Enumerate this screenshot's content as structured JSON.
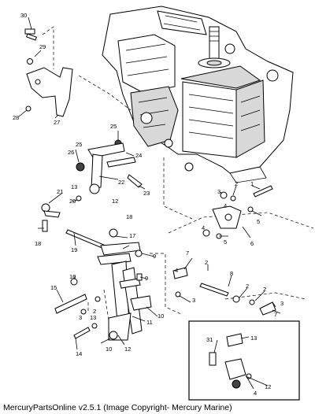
{
  "caption": "MercuryPartsOnline v2.5.1 (Image Copyright- Mercury Marine)",
  "callouts": [
    "30",
    "29",
    "28",
    "27",
    "25",
    "26",
    "24",
    "22",
    "23",
    "21",
    "20",
    "19",
    "18",
    "17",
    "16",
    "15",
    "14",
    "13",
    "12",
    "11",
    "10",
    "9",
    "8",
    "7",
    "6",
    "5",
    "4",
    "3",
    "2",
    "1",
    "31"
  ]
}
